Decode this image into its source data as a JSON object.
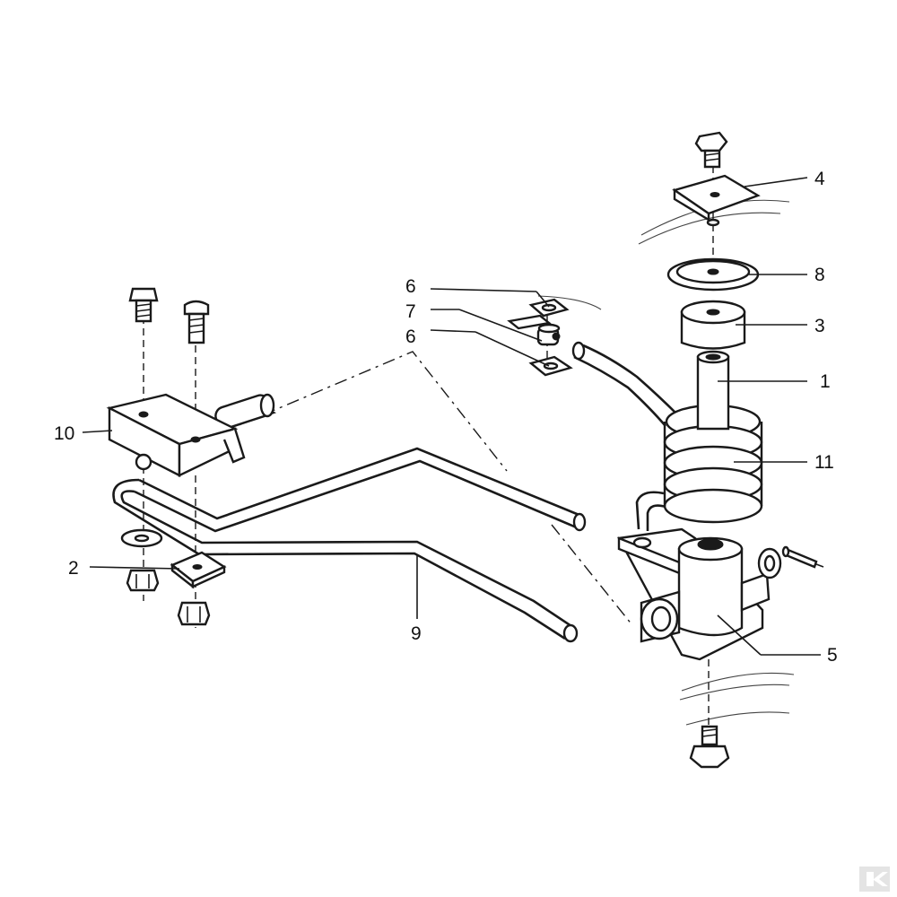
{
  "callouts": [
    {
      "id": "label-1",
      "text": "1"
    },
    {
      "id": "label-2",
      "text": "2"
    },
    {
      "id": "label-3",
      "text": "3"
    },
    {
      "id": "label-4",
      "text": "4"
    },
    {
      "id": "label-5",
      "text": "5"
    },
    {
      "id": "label-6a",
      "text": "6"
    },
    {
      "id": "label-6b",
      "text": "6"
    },
    {
      "id": "label-7",
      "text": "7"
    },
    {
      "id": "label-8",
      "text": "8"
    },
    {
      "id": "label-9",
      "text": "9"
    },
    {
      "id": "label-10",
      "text": "10"
    },
    {
      "id": "label-11",
      "text": "11"
    }
  ]
}
